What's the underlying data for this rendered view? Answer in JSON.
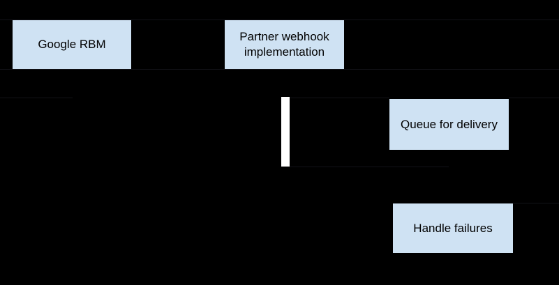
{
  "diagram": {
    "type": "sequence-diagram",
    "colors": {
      "background": "#000000",
      "node_fill": "#cfe2f3",
      "node_text": "#000000",
      "activation_bar": "#ffffff",
      "faint_line": "#121318"
    },
    "nodes": {
      "google_rbm": {
        "label": "Google RBM"
      },
      "partner_webhook": {
        "lines": [
          "Partner webhook",
          "implementation"
        ]
      },
      "queue_for_delivery": {
        "label": "Queue for delivery"
      },
      "handle_failures": {
        "label": "Handle failures"
      }
    }
  }
}
